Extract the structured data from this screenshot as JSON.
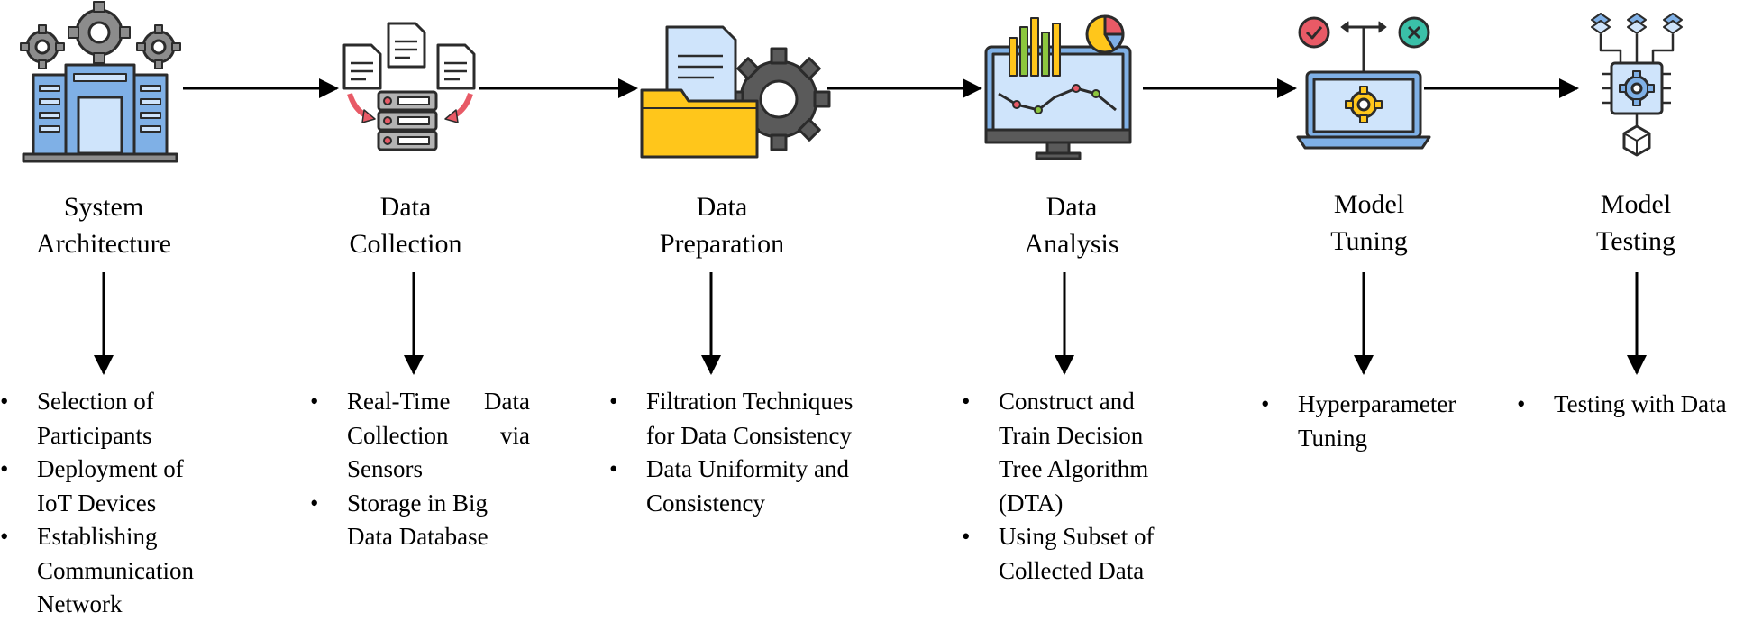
{
  "stages": [
    {
      "icon": "building-gears-icon",
      "title_line1": "System",
      "title_line2": "Architecture",
      "bullets": [
        "Selection of Participants",
        "Deployment of IoT Devices",
        "Establishing Communication Network"
      ]
    },
    {
      "icon": "documents-server-icon",
      "title_line1": "Data",
      "title_line2": "Collection",
      "bullets": [
        "Real-Time Data Collection via Sensors",
        "Storage in Big Data Database"
      ]
    },
    {
      "icon": "folder-gear-icon",
      "title_line1": "Data",
      "title_line2": "Preparation",
      "bullets": [
        "Filtration Techniques for Data Consistency",
        "Data Uniformity and Consistency"
      ]
    },
    {
      "icon": "monitor-analytics-icon",
      "title_line1": "Data",
      "title_line2": "Analysis",
      "bullets": [
        "Construct and Train Decision Tree Algorithm (DTA)",
        "Using Subset of Collected Data"
      ]
    },
    {
      "icon": "laptop-gear-decision-icon",
      "title_line1": "Model",
      "title_line2": "Tuning",
      "bullets": [
        "Hyperparameter Tuning"
      ]
    },
    {
      "icon": "chip-network-icon",
      "title_line1": "Model",
      "title_line2": "Testing",
      "bullets": [
        "Testing with Data"
      ]
    }
  ],
  "colors": {
    "line": "#000000",
    "outline": "#2b2b2b",
    "blue": "#7fb0e6",
    "light_blue": "#cfe4fb",
    "gray": "#8c8c8c",
    "yellow": "#ffc61b",
    "red": "#e85a66",
    "teal": "#3ac0a8",
    "green": "#8cc63e"
  }
}
